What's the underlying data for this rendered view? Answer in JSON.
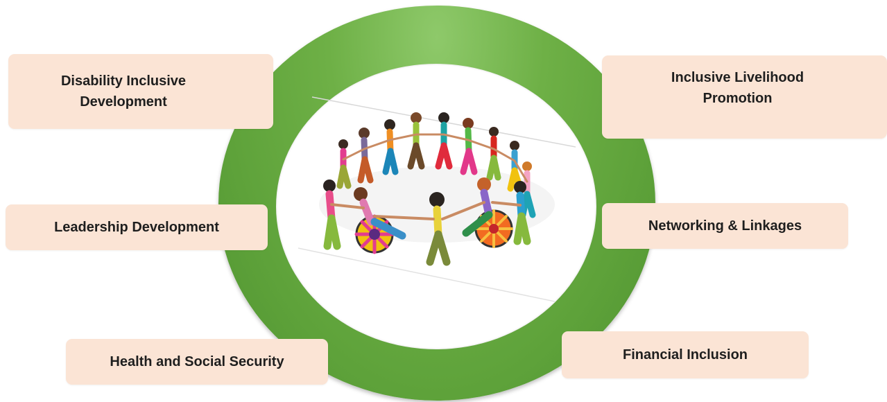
{
  "diagram": {
    "center_image": "people holding hands in a circle, including children in wheelchairs",
    "colors": {
      "ring": "#6eb046",
      "box_fill": "#fbe4d5",
      "text": "#1e1e1e"
    },
    "labels": {
      "disability_inclusive_development": "Disability Inclusive\nDevelopment",
      "inclusive_livelihood_promotion": "Inclusive Livelihood\nPromotion",
      "leadership_development": "Leadership Development",
      "networking_linkages": "Networking & Linkages",
      "health_social_security": "Health and Social Security",
      "financial_inclusion": "Financial Inclusion"
    }
  }
}
